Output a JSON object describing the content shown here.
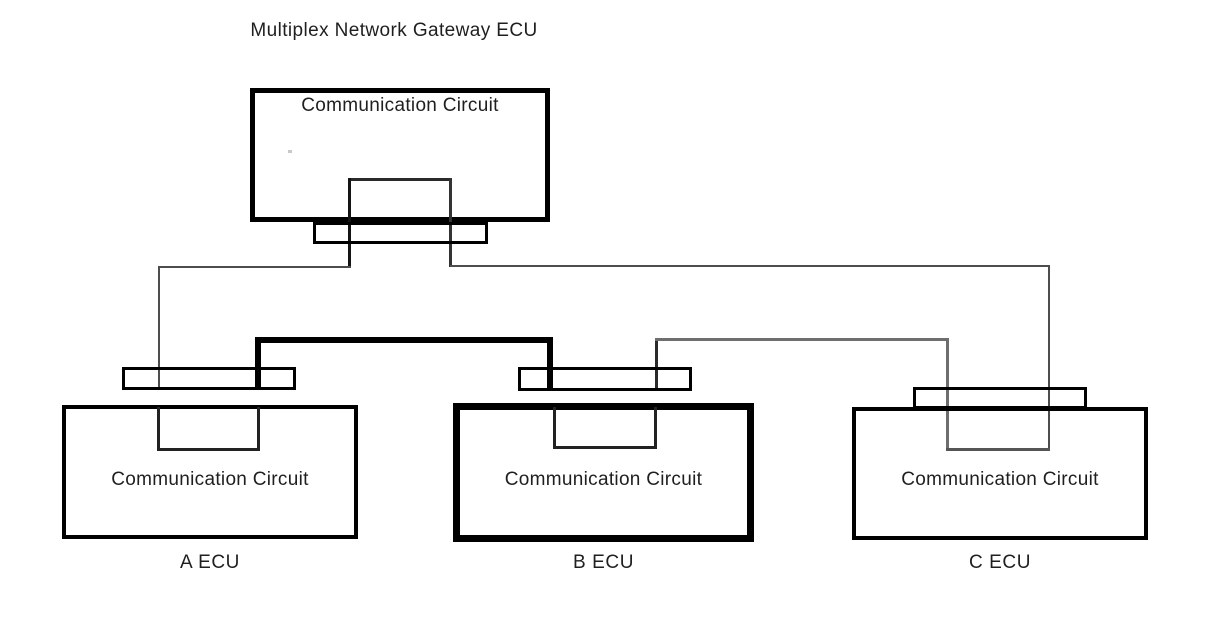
{
  "title": "Multiplex Network Gateway ECU",
  "gateway": {
    "name": "Multiplex Network Gateway ECU",
    "circuit_label": "Communication Circuit"
  },
  "ecus": [
    {
      "id": "A",
      "label": "A ECU",
      "circuit_label": "Communication Circuit",
      "border_emphasis": false
    },
    {
      "id": "B",
      "label": "B ECU",
      "circuit_label": "Communication Circuit",
      "border_emphasis": true
    },
    {
      "id": "C",
      "label": "C ECU",
      "circuit_label": "Communication Circuit",
      "border_emphasis": false
    }
  ],
  "connections": [
    {
      "from": "Gateway",
      "to": "A ECU",
      "style": "thin"
    },
    {
      "from": "Gateway",
      "to": "C ECU",
      "style": "thin"
    },
    {
      "from": "A ECU",
      "to": "B ECU",
      "style": "thick-bus"
    },
    {
      "from": "B ECU",
      "to": "C ECU",
      "style": "medium"
    }
  ],
  "colors": {
    "background": "#ffffff",
    "box_border": "#000000",
    "bus_line": "#000000",
    "thin_wire": "#4d4d4d",
    "gray_wire": "#6e6e6e",
    "text": "#1f1f1f"
  }
}
